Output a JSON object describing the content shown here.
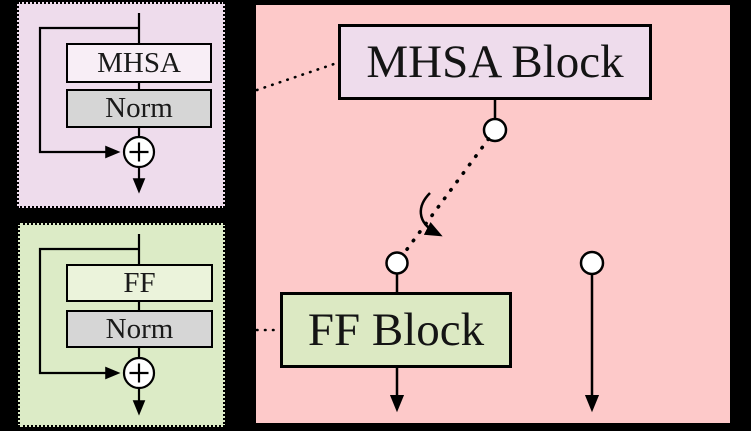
{
  "palette": {
    "mhsa_detail": {
      "layer_label": "MHSA",
      "norm_label": "Norm"
    },
    "ff_detail": {
      "layer_label": "FF",
      "norm_label": "Norm"
    }
  },
  "canvas": {
    "mhsa_block_label": "MHSA Block",
    "ff_block_label": "FF Block"
  },
  "icons": {
    "sum_node": "⊕",
    "port_node": "○",
    "down_arrow": "▼",
    "drag_gesture_arrow": "↷",
    "dotted_link": "⋯"
  },
  "colors": {
    "background": "#000000",
    "detail_mhsa_bg": "#eedcec",
    "detail_mhsa_box": "#f8eef6",
    "norm_box": "#d6d6d6",
    "detail_ff_bg": "#dcebc6",
    "detail_ff_box": "#ebf3db",
    "canvas_bg": "#fdc9c9",
    "mhsa_block_bg": "#eedcec",
    "ff_block_bg": "#dce9c3",
    "line": "#000000",
    "node_fill": "#ffffff"
  }
}
